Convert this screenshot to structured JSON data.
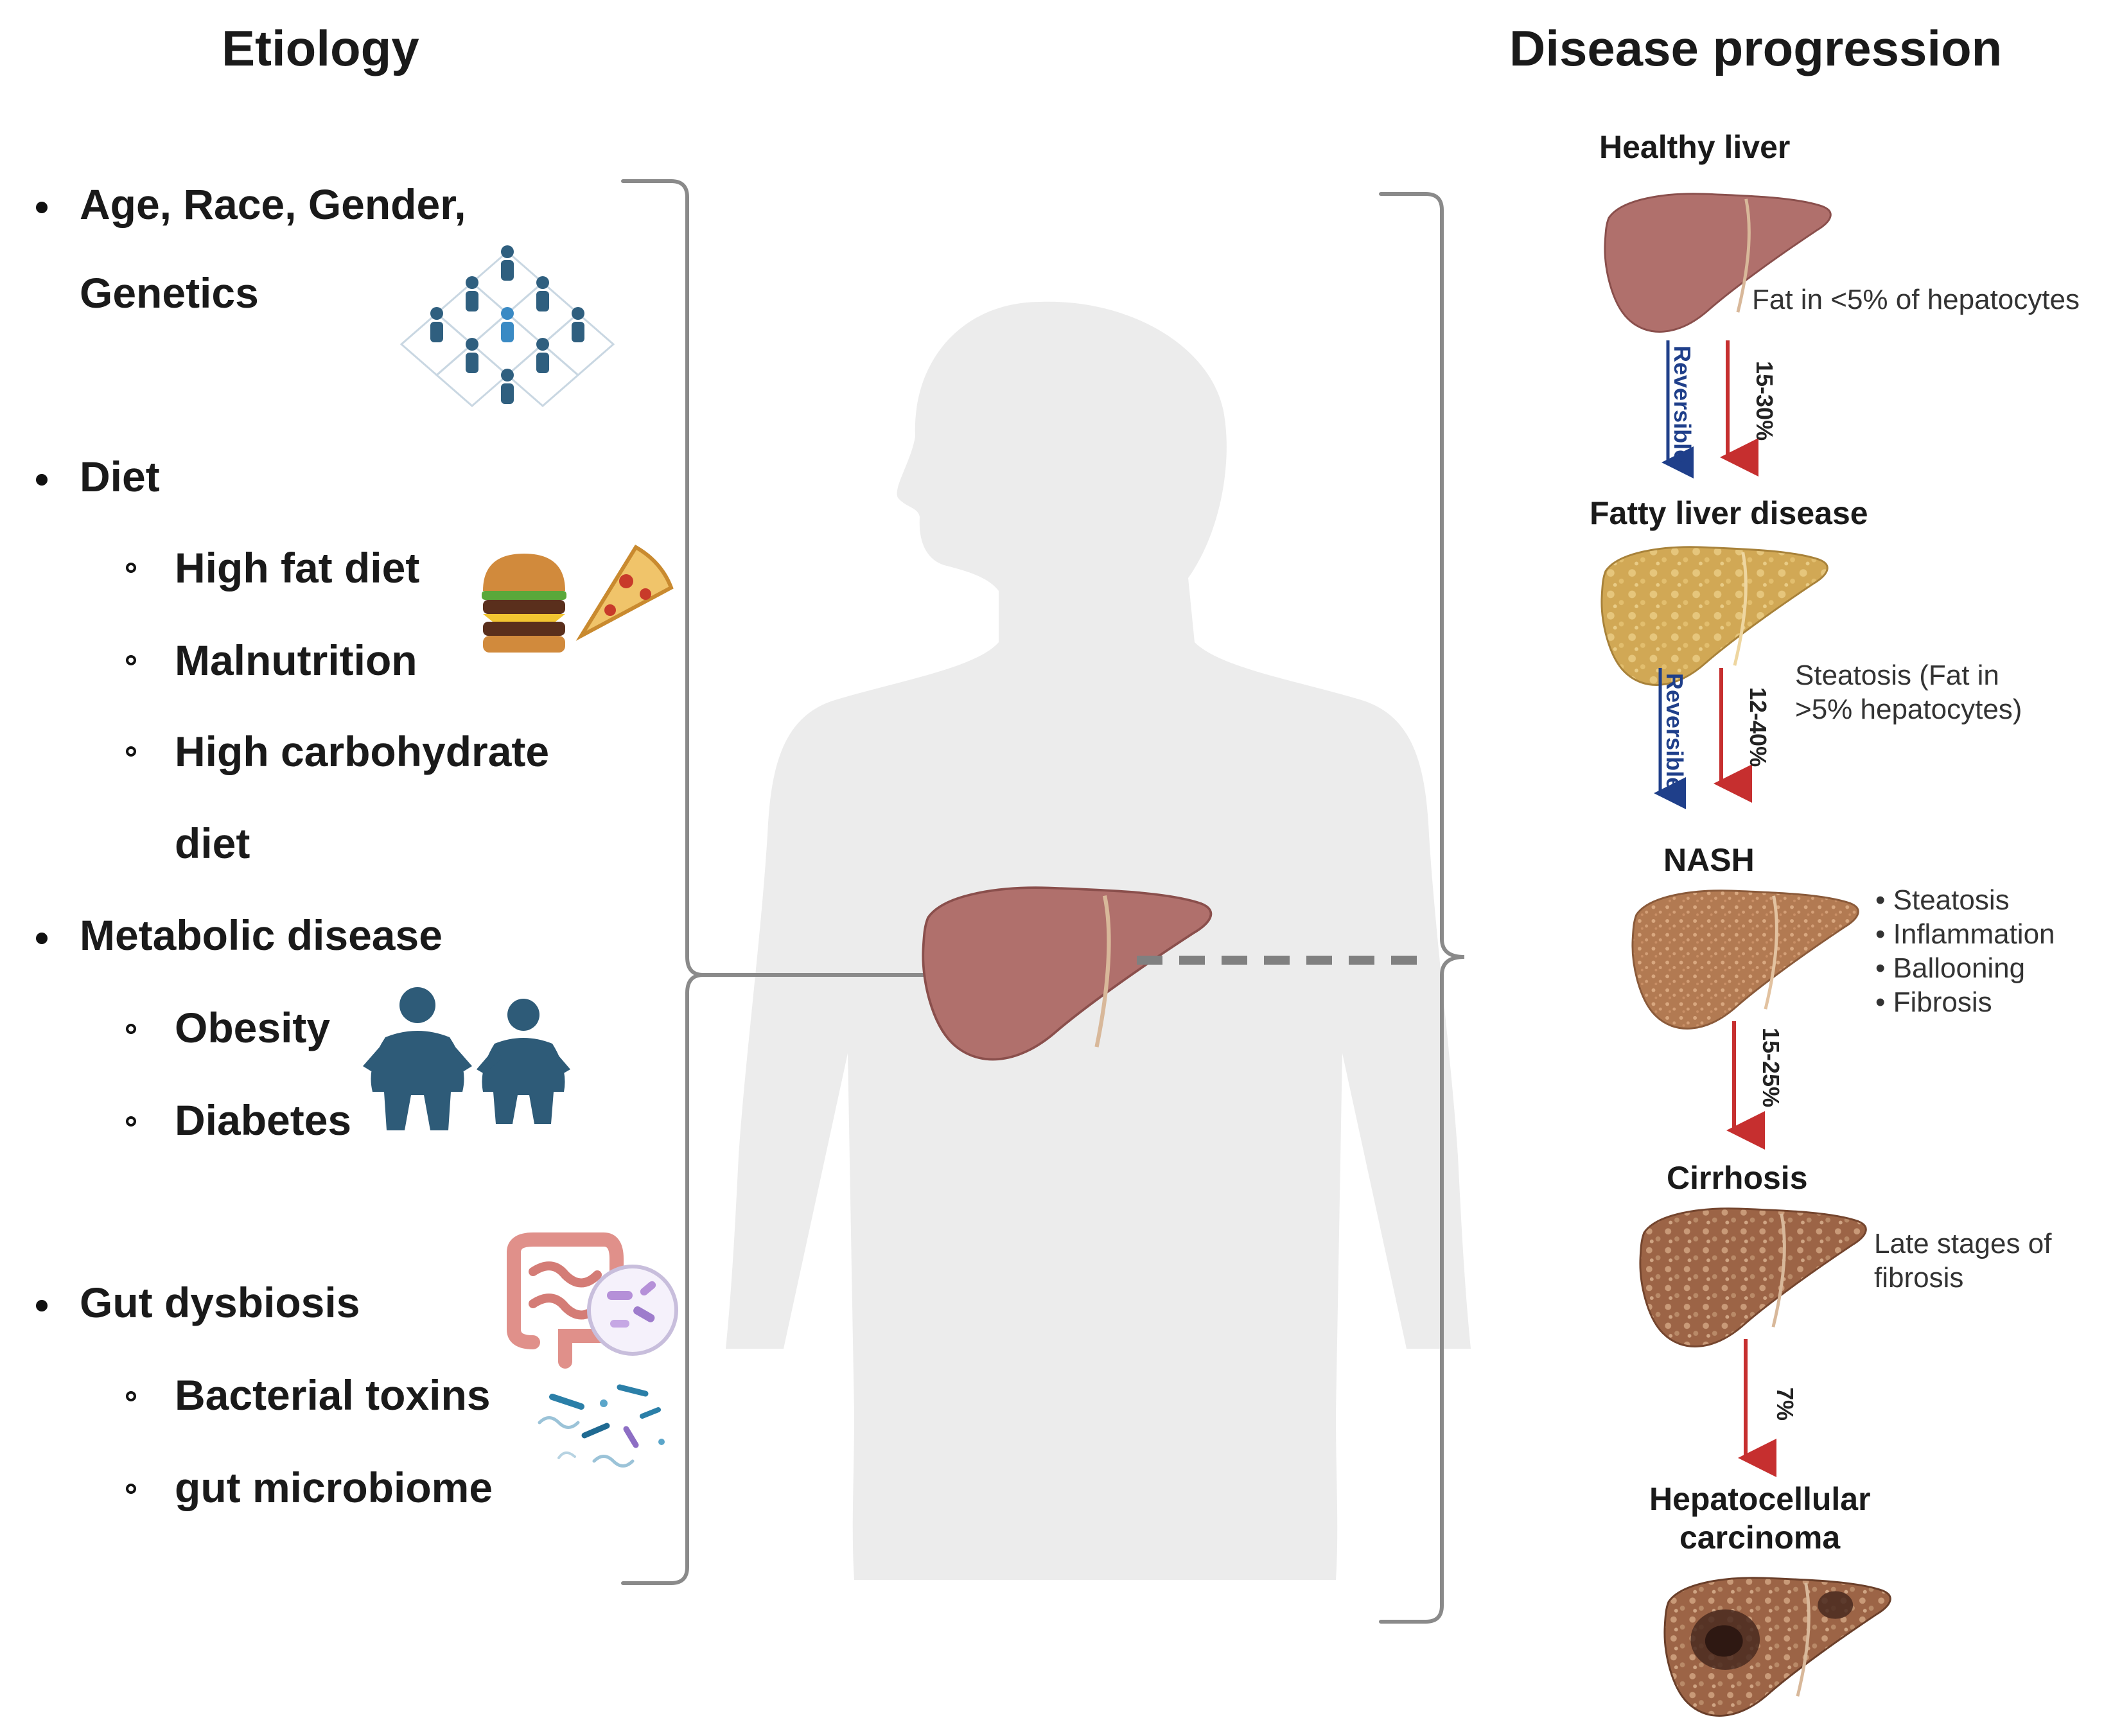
{
  "headings": {
    "etiology": "Etiology",
    "progression": "Disease progression"
  },
  "etiology": {
    "age_line1": "Age, Race, Gender,",
    "age_line2": "Genetics",
    "diet": "Diet",
    "diet_items": [
      "High fat diet",
      "Malnutrition",
      "High carbohydrate",
      "diet"
    ],
    "metabolic": "Metabolic disease",
    "metabolic_items": [
      "Obesity",
      "Diabetes"
    ],
    "gut": "Gut dysbiosis",
    "gut_items": [
      "Bacterial toxins",
      "gut microbiome"
    ]
  },
  "stages": {
    "healthy": "Healthy liver",
    "fatty": "Fatty liver disease",
    "nash": "NASH",
    "cirrhosis": "Cirrhosis",
    "hcc_line1": "Hepatocellular",
    "hcc_line2": "carcinoma"
  },
  "descriptions": {
    "healthy": "Fat in <5% of hepatocytes",
    "fatty_line1": "Steatosis (Fat in",
    "fatty_line2": ">5% hepatocytes)",
    "nash_items": [
      "• Steatosis",
      "• Inflammation",
      "• Ballooning",
      "• Fibrosis"
    ],
    "cirrhosis_line1": "Late stages of",
    "cirrhosis_line2": "fibrosis"
  },
  "transitions": {
    "healthy_to_fatty": "15-30%",
    "fatty_to_nash": "12-40%",
    "nash_to_cirrhosis": "15-25%",
    "cirrhosis_to_hcc": "7%",
    "reversible": "Reversible"
  },
  "colors": {
    "silhouette": "#ececec",
    "healthy_liver": "#b0706c",
    "fatty_liver": "#d1a855",
    "nash_liver": "#b27a52",
    "cirrhosis_liver": "#9c6446",
    "hcc_liver": "#8a573e",
    "progression_arrow": "#c62f2f",
    "reversible_arrow": "#1f3f8a",
    "bracket": "#8a8a8a",
    "people_icon": "#2f5f7f"
  }
}
